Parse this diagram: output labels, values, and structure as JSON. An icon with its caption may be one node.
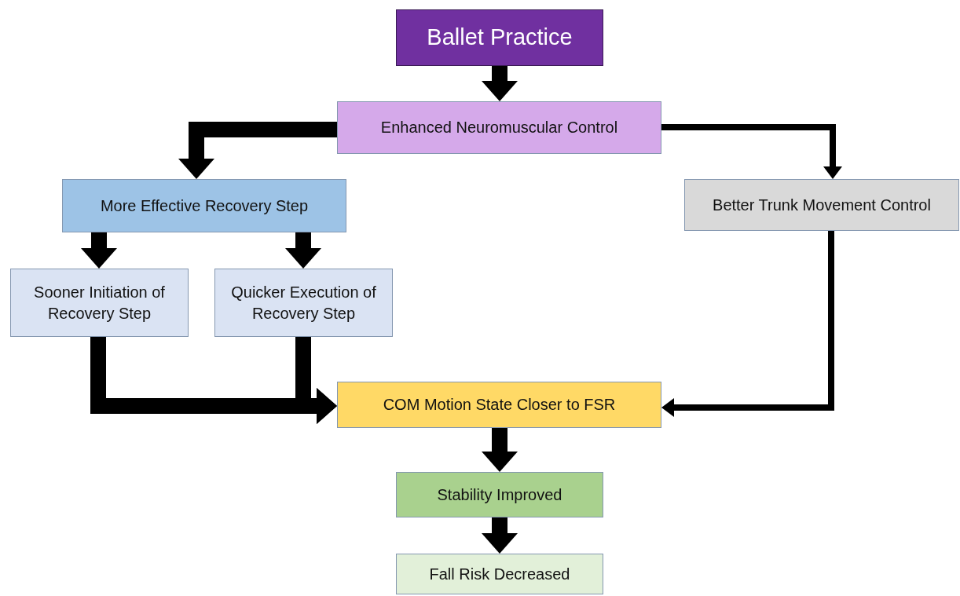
{
  "diagram": {
    "nodes": [
      {
        "text": [
          "Ballet Practice"
        ]
      },
      {
        "text": [
          "Enhanced Neuromuscular Control"
        ]
      },
      {
        "text": [
          "More Effective Recovery Step"
        ]
      },
      {
        "text": [
          "Better Trunk Movement Control"
        ]
      },
      {
        "text": [
          "Sooner Initiation of Recovery Step"
        ]
      },
      {
        "text": [
          "Quicker Execution of Recovery Step"
        ]
      },
      {
        "text": [
          "COM Motion State Closer to FSR"
        ]
      },
      {
        "text": [
          "Stability Improved"
        ]
      },
      {
        "text": [
          "Fall Risk Decreased"
        ]
      }
    ],
    "edges": [
      {
        "from": 0,
        "to": 1,
        "arrow": "to"
      },
      {
        "from": 1,
        "to": 2,
        "arrow": "to"
      },
      {
        "from": 1,
        "to": 3,
        "arrow": "to"
      },
      {
        "from": 2,
        "to": 4,
        "arrow": "to"
      },
      {
        "from": 2,
        "to": 5,
        "arrow": "to"
      },
      {
        "from": 4,
        "to": 6,
        "arrow": "to"
      },
      {
        "from": 5,
        "to": 6,
        "arrow": "to"
      },
      {
        "from": 3,
        "to": 6,
        "arrow": "to"
      },
      {
        "from": 6,
        "to": 7,
        "arrow": "to"
      },
      {
        "from": 7,
        "to": 8,
        "arrow": "to"
      }
    ]
  }
}
